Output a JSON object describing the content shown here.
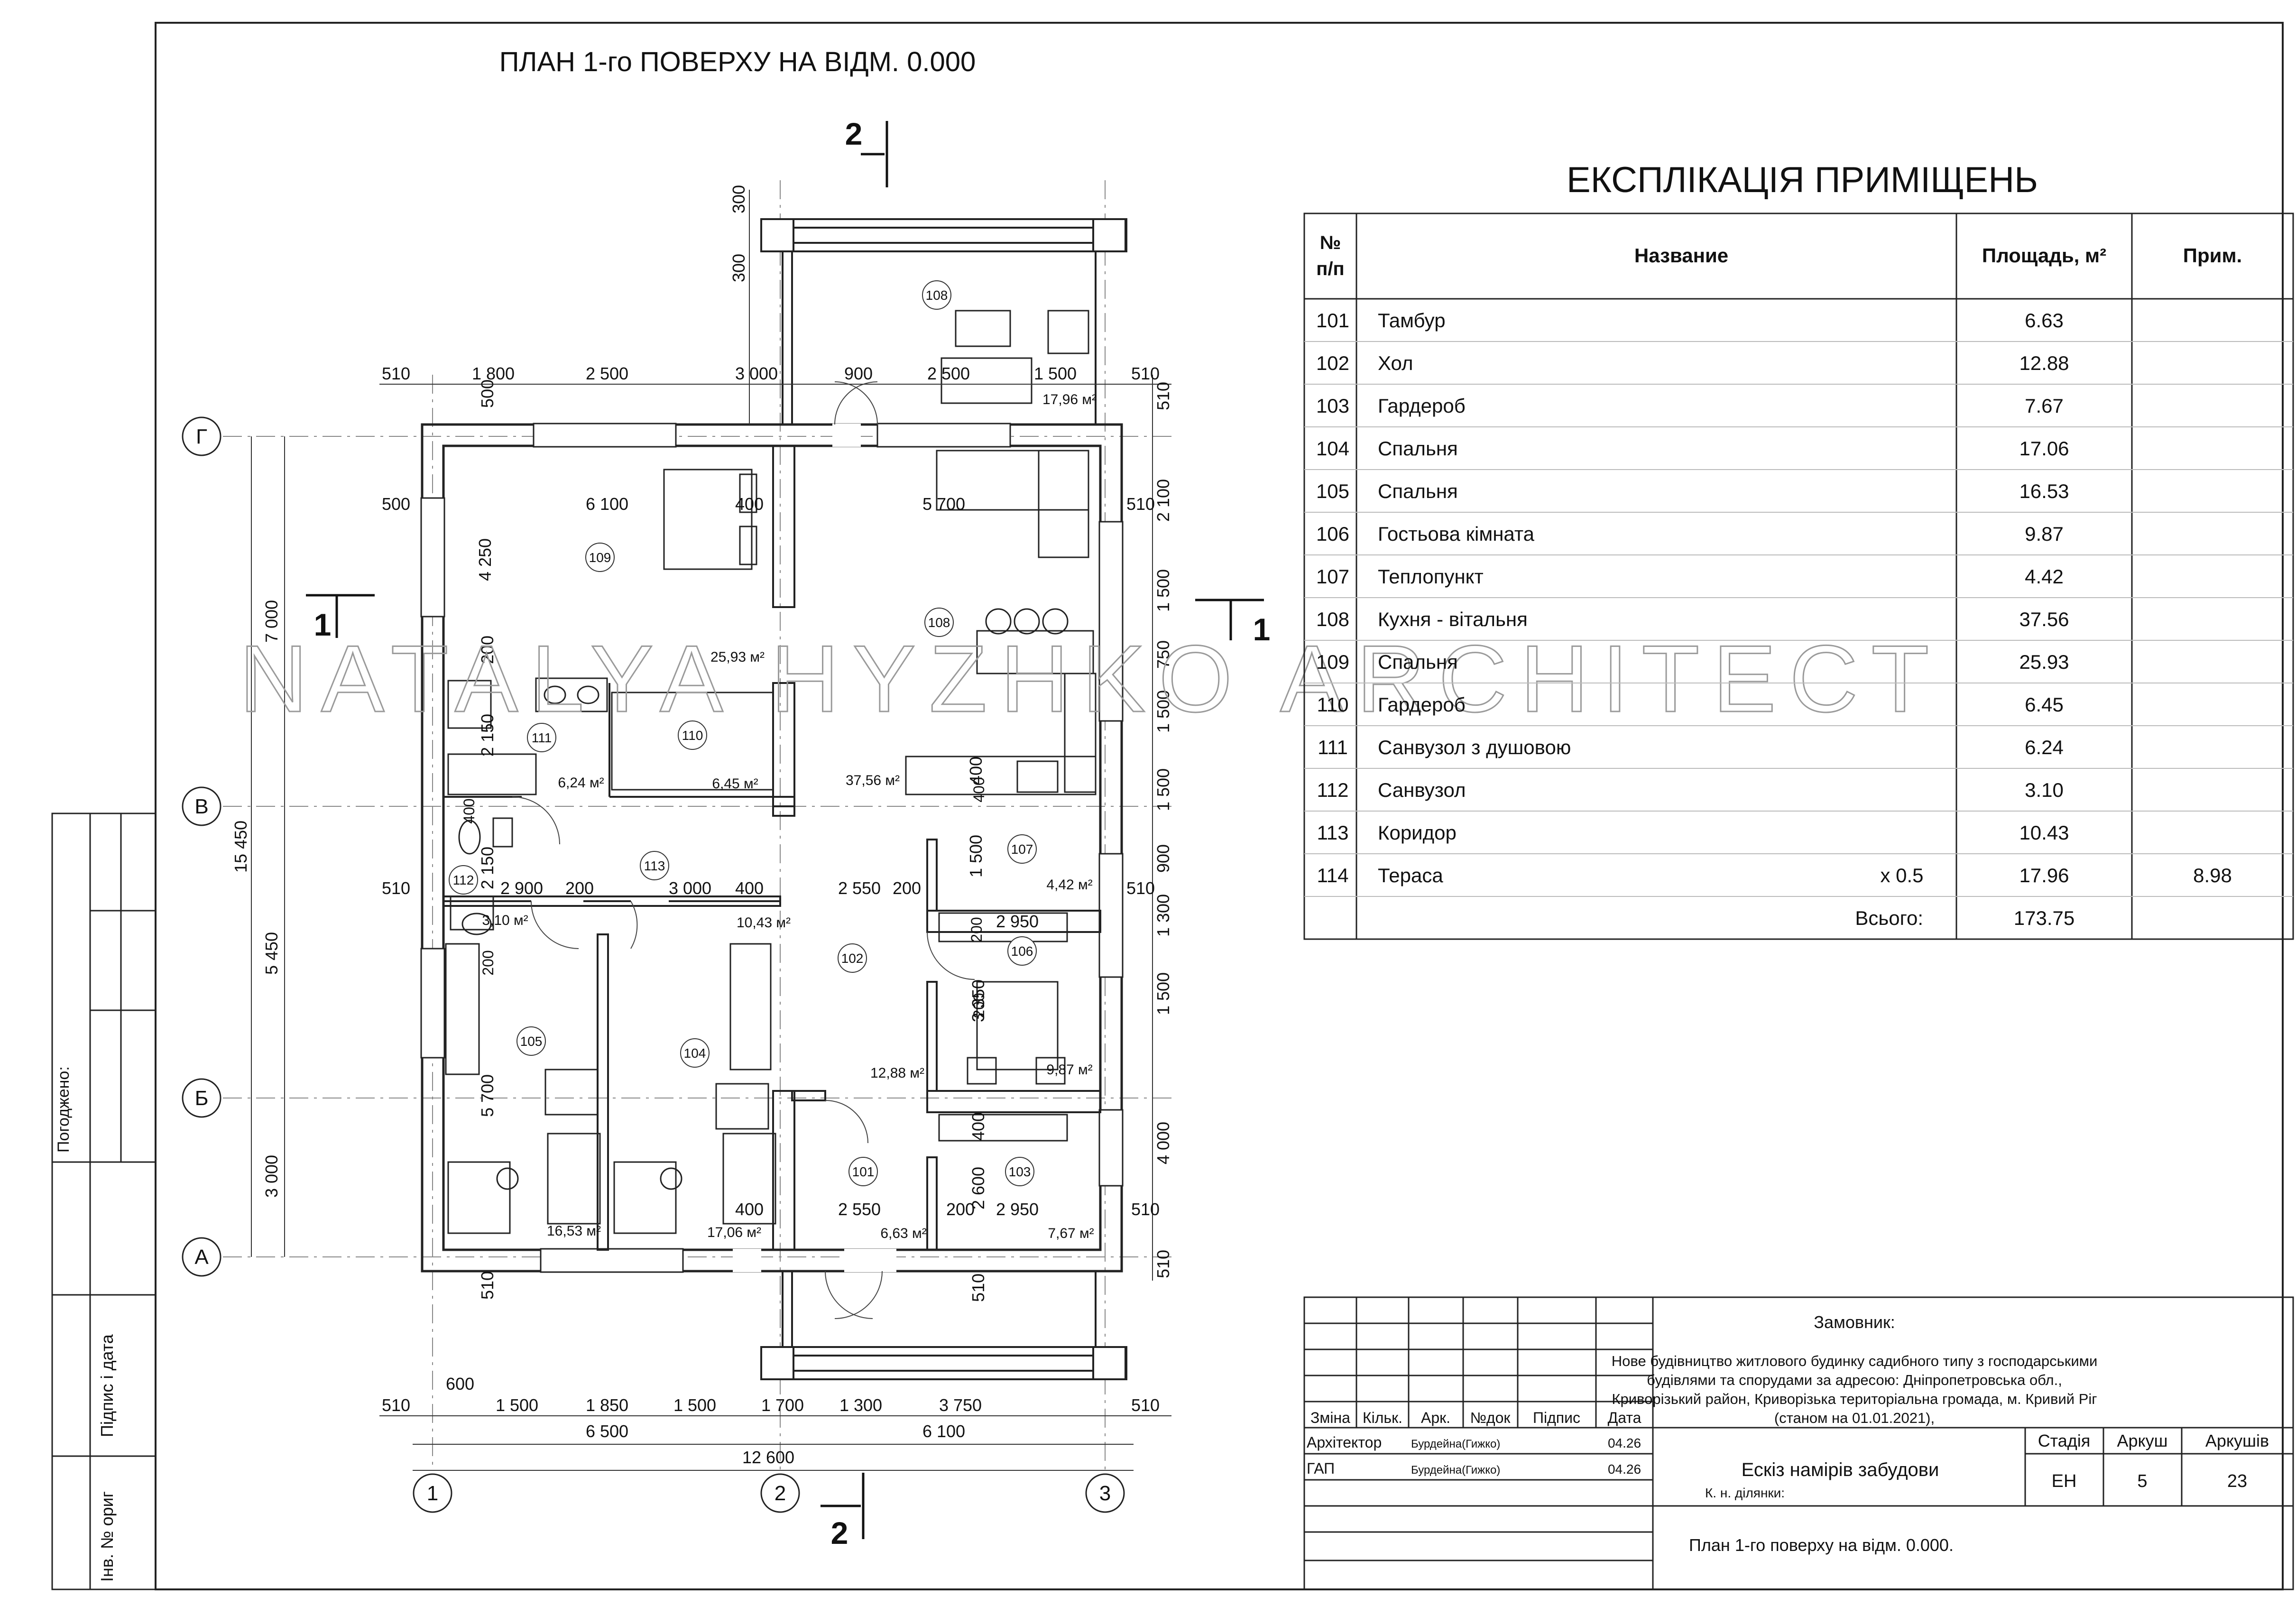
{
  "plan": {
    "title": "ПЛАН  1-го  ПОВЕРХУ  НА  ВІДМ.  0.000",
    "watermark": "NATALYA HYZHKO ARCHITECT",
    "section_marks": [
      {
        "id": "s2t",
        "label": "2"
      },
      {
        "id": "s2b",
        "label": "2"
      },
      {
        "id": "s1l",
        "label": "1"
      },
      {
        "id": "s1r",
        "label": "1"
      }
    ],
    "axes_letters": [
      "Г",
      "В",
      "Б",
      "А"
    ],
    "axes_numbers": [
      "1",
      "2",
      "3"
    ],
    "dims_top": [
      "510",
      "1 800",
      "2 500",
      "3 000",
      "900",
      "2 500",
      "1 500",
      "510"
    ],
    "dims_bottom_1": [
      "510",
      "1 500",
      "1 850",
      "1 500",
      "1 700",
      "1 300",
      "3 750",
      "510"
    ],
    "dims_bottom_2": [
      "6 500",
      "6 100"
    ],
    "dims_bottom_3": "12 600",
    "dims_bottom_extra": "600",
    "dims_left": [
      "7 000",
      "15 450",
      "5 450",
      "3 000"
    ],
    "dims_right": [
      "510",
      "2 100",
      "1 500",
      "750",
      "1 500",
      "1 500",
      "900",
      "510",
      "1 300",
      "1 500",
      "4 000",
      "510",
      "510"
    ],
    "dims_terrace": [
      "300",
      "300",
      "500"
    ],
    "dims_interior": [
      "500",
      "6 100",
      "400",
      "5 700",
      "510",
      "4 250",
      "200",
      "2 150",
      "400",
      "2 150",
      "510",
      "2 900",
      "200",
      "3 000",
      "400",
      "2 550",
      "200",
      "400",
      "1 500",
      "200",
      "2 950",
      "200",
      "3 350",
      "5 700",
      "400",
      "2 600",
      "400",
      "2 550",
      "200",
      "2 950",
      "510",
      "510",
      "400",
      "200"
    ],
    "room_tags": [
      "108",
      "109",
      "108",
      "111",
      "110",
      "113",
      "107",
      "112",
      "106",
      "102",
      "105",
      "104",
      "101",
      "103"
    ],
    "room_areas": [
      "17,96 м²",
      "25,93 м²",
      "6,24 м²",
      "6,45 м²",
      "37,56 м²",
      "4,42 м²",
      "3,10 м²",
      "10,43 м²",
      "12,88 м²",
      "9,87 м²",
      "16,53 м²",
      "17,06 м²",
      "6,63 м²",
      "7,67 м²"
    ]
  },
  "explication": {
    "title": "ЕКСПЛІКАЦІЯ  ПРИМІЩЕНЬ",
    "headers": {
      "num_1": "№",
      "num_2": "п/п",
      "name": "Название",
      "area": "Площадь, м²",
      "note": "Прим."
    },
    "rows": [
      {
        "num": "101",
        "name": "Тамбур",
        "coef": "",
        "area": "6.63",
        "note": ""
      },
      {
        "num": "102",
        "name": "Хол",
        "coef": "",
        "area": "12.88",
        "note": ""
      },
      {
        "num": "103",
        "name": "Гардероб",
        "coef": "",
        "area": "7.67",
        "note": ""
      },
      {
        "num": "104",
        "name": "Спальня",
        "coef": "",
        "area": "17.06",
        "note": ""
      },
      {
        "num": "105",
        "name": "Спальня",
        "coef": "",
        "area": "16.53",
        "note": ""
      },
      {
        "num": "106",
        "name": "Гостьова кімната",
        "coef": "",
        "area": "9.87",
        "note": ""
      },
      {
        "num": "107",
        "name": "Теплопункт",
        "coef": "",
        "area": "4.42",
        "note": ""
      },
      {
        "num": "108",
        "name": "Кухня - вітальня",
        "coef": "",
        "area": "37.56",
        "note": ""
      },
      {
        "num": "109",
        "name": "Спальня",
        "coef": "",
        "area": "25.93",
        "note": ""
      },
      {
        "num": "110",
        "name": "Гардероб",
        "coef": "",
        "area": "6.45",
        "note": ""
      },
      {
        "num": "111",
        "name": "Санвузол з душовою",
        "coef": "",
        "area": "6.24",
        "note": ""
      },
      {
        "num": "112",
        "name": "Санвузол",
        "coef": "",
        "area": "3.10",
        "note": ""
      },
      {
        "num": "113",
        "name": "Коридор",
        "coef": "",
        "area": "10.43",
        "note": ""
      },
      {
        "num": "114",
        "name": "Тераса",
        "coef": "x 0.5",
        "area": "17.96",
        "note": "8.98"
      }
    ],
    "total_label": "Всього:",
    "total_value": "173.75"
  },
  "side_stamp": {
    "approved": "Погоджено:",
    "sign_date": "Підпис  і  дата",
    "inv_no": "Інв. № ориг"
  },
  "title_block": {
    "customer_label": "Замовник:",
    "project_lines": [
      "Нове будівництво житлового будинку садибного типу з господарськими",
      "будівлями та спорудами за адресою: Дніпропетровська обл.,",
      "Криворізький район, Криворізька територіальна громада, м. Кривий Ріг",
      "(станом на 01.01.2021),"
    ],
    "col_headers": [
      "Зміна",
      "Кільк.",
      "Арк.",
      "№док",
      "Підпис",
      "Дата"
    ],
    "people": [
      {
        "role": "Архітектор",
        "name": "Бурдейна(Гижко)",
        "date": "04.26"
      },
      {
        "role": "ГАП",
        "name": "Бурдейна(Гижко)",
        "date": "04.26"
      }
    ],
    "sheet_title": "Ескіз намірів забудови",
    "site_label": "К. н. ділянки:",
    "drawing_name": "План 1-го поверху на відм. 0.000.",
    "stage_header": "Стадія",
    "sheet_header": "Аркуш",
    "sheets_header": "Аркушів",
    "stage": "ЕН",
    "sheet": "5",
    "sheets": "23"
  }
}
